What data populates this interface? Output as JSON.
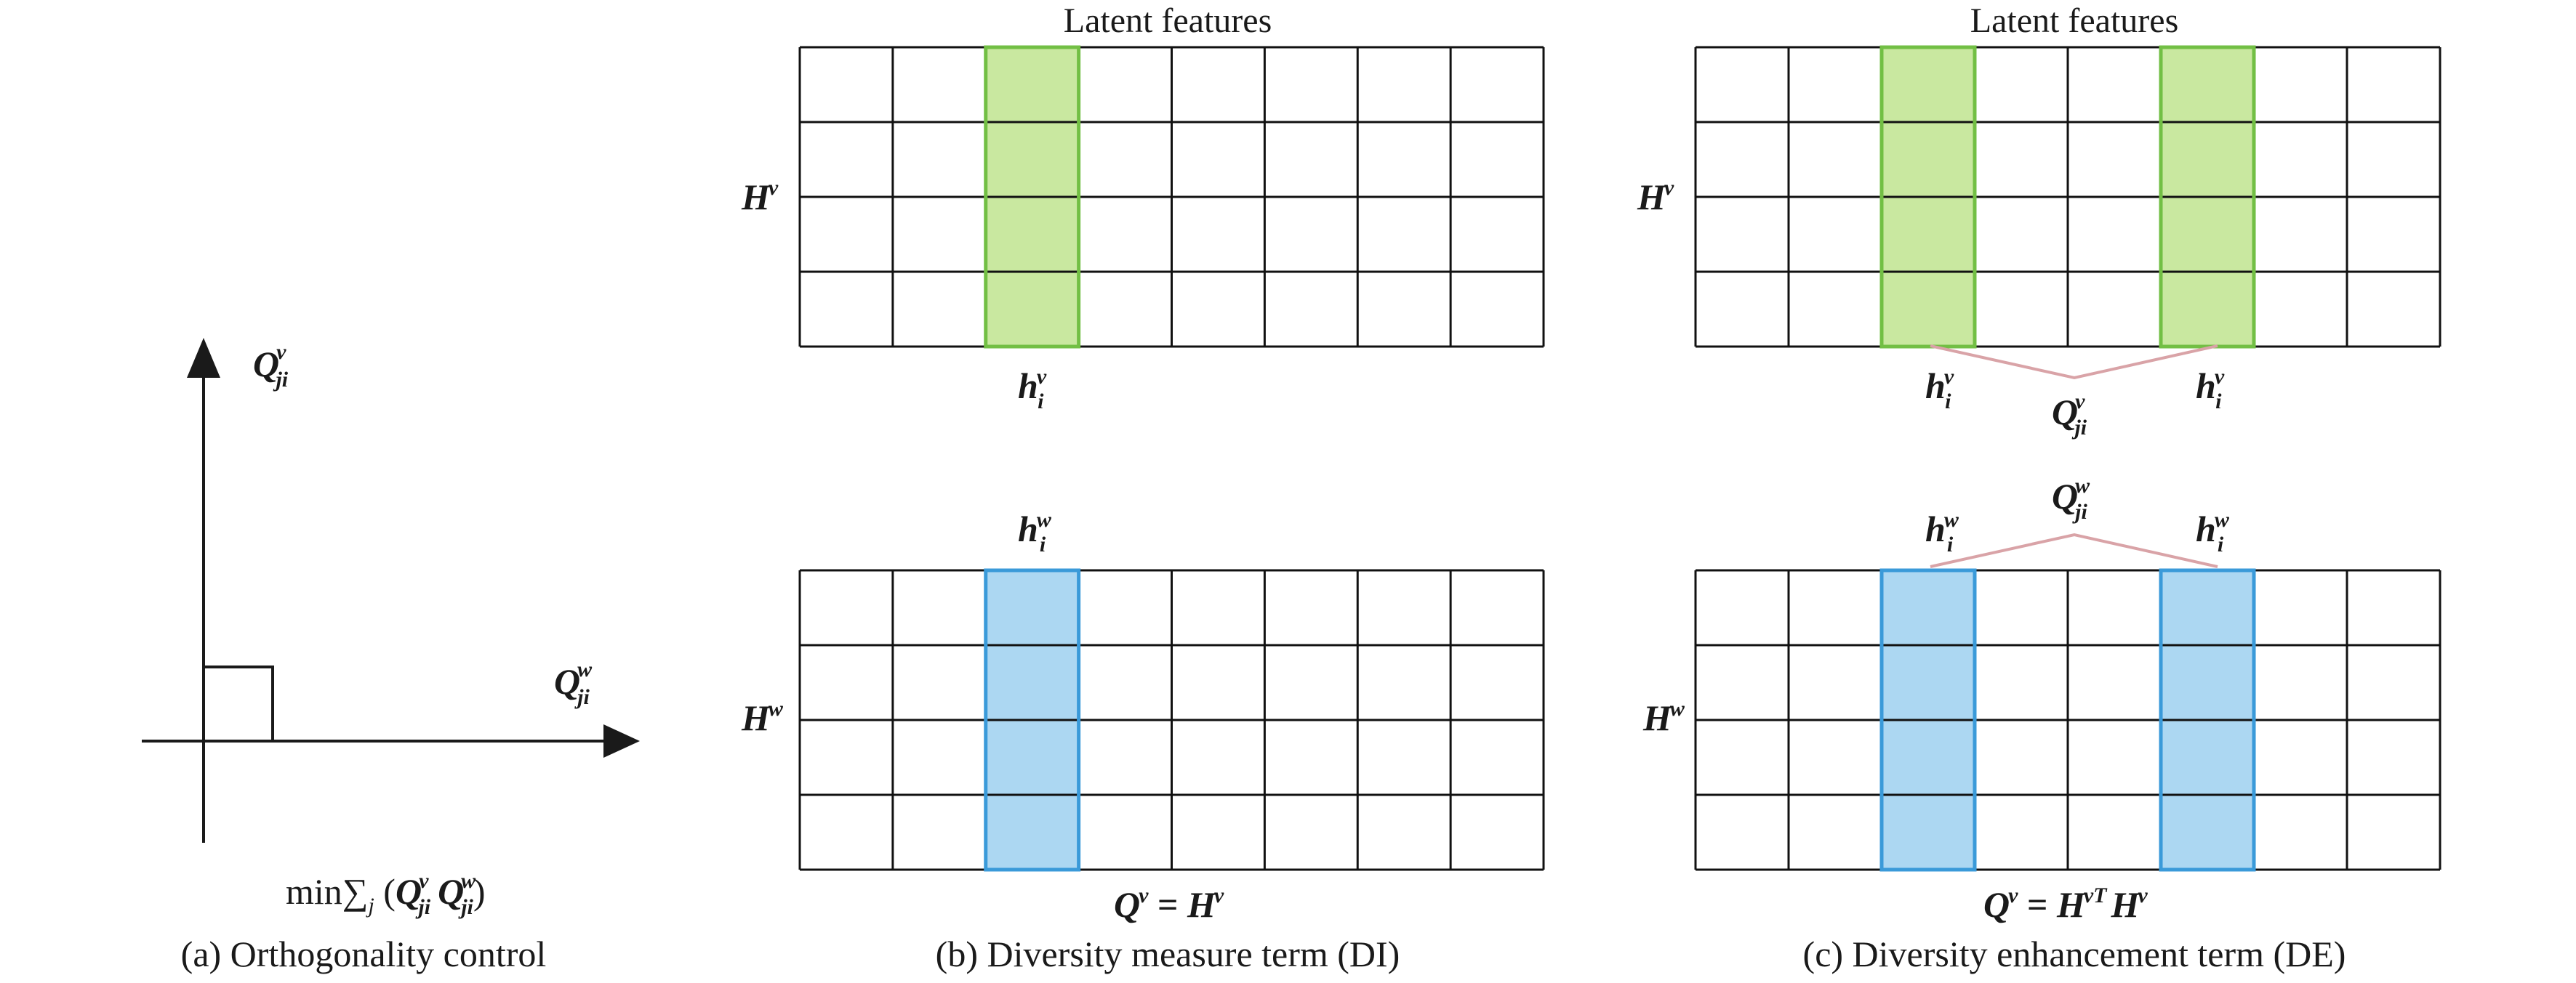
{
  "colors": {
    "green_fill": "#c9e8a0",
    "green_border": "#72bf44",
    "blue_fill": "#acd7f2",
    "blue_border": "#3a9ad9",
    "pink_line": "#d9a3a7",
    "grid_line": "#111111",
    "text": "#1a1a1a"
  },
  "panel_a": {
    "caption": "(a) Orthogonality control",
    "formula": {
      "prefix": "min",
      "sum": "∑",
      "sum_sub": "j",
      "open": " (",
      "q1": "Q",
      "q1_sup": "v",
      "q1_sub": "ji",
      "q2": "Q",
      "q2_sup": "w",
      "q2_sub": "ji",
      "close": ")"
    },
    "y_axis_label": {
      "base": "Q",
      "sup": "v",
      "sub": "ji"
    },
    "x_axis_label": {
      "base": "Q",
      "sup": "w",
      "sub": "ji"
    }
  },
  "panel_b": {
    "caption": "(b) Diversity measure term (DI)",
    "title": "Latent features",
    "top_matrix": {
      "base": "H",
      "sup": "v",
      "rows": 4,
      "cols": 8,
      "highlight_cols": [
        2
      ],
      "highlight": "green"
    },
    "bottom_matrix": {
      "base": "H",
      "sup": "w",
      "rows": 4,
      "cols": 8,
      "highlight_cols": [
        2
      ],
      "highlight": "blue"
    },
    "col_label_top": {
      "base": "h",
      "sup": "v",
      "sub": "i"
    },
    "col_label_bottom": {
      "base": "h",
      "sup": "w",
      "sub": "i"
    },
    "formula": {
      "lhs": "Q",
      "lhs_sup": "v",
      "eq": " = ",
      "rhs": "H",
      "rhs_sup": "v"
    }
  },
  "panel_c": {
    "caption": "(c) Diversity enhancement term (DE)",
    "title": "Latent features",
    "top_matrix": {
      "base": "H",
      "sup": "v",
      "rows": 4,
      "cols": 8,
      "highlight_cols": [
        2,
        5
      ],
      "highlight": "green"
    },
    "bottom_matrix": {
      "base": "H",
      "sup": "w",
      "rows": 4,
      "cols": 8,
      "highlight_cols": [
        2,
        5
      ],
      "highlight": "blue"
    },
    "top_col_labels": [
      {
        "base": "h",
        "sup": "v",
        "sub": "i"
      },
      {
        "base": "h",
        "sup": "v",
        "sub": "i"
      }
    ],
    "bottom_col_labels": [
      {
        "base": "h",
        "sup": "w",
        "sub": "i"
      },
      {
        "base": "h",
        "sup": "w",
        "sub": "i"
      }
    ],
    "top_link_label": {
      "base": "Q",
      "sup": "v",
      "sub": "ji"
    },
    "bottom_link_label": {
      "base": "Q",
      "sup": "w",
      "sub": "ji"
    },
    "formula": {
      "lhs": "Q",
      "lhs_sup": "v",
      "eq": " = ",
      "rhs1": "H",
      "rhs1_sup": "vT",
      "rhs2": "H",
      "rhs2_sup": "v"
    }
  }
}
